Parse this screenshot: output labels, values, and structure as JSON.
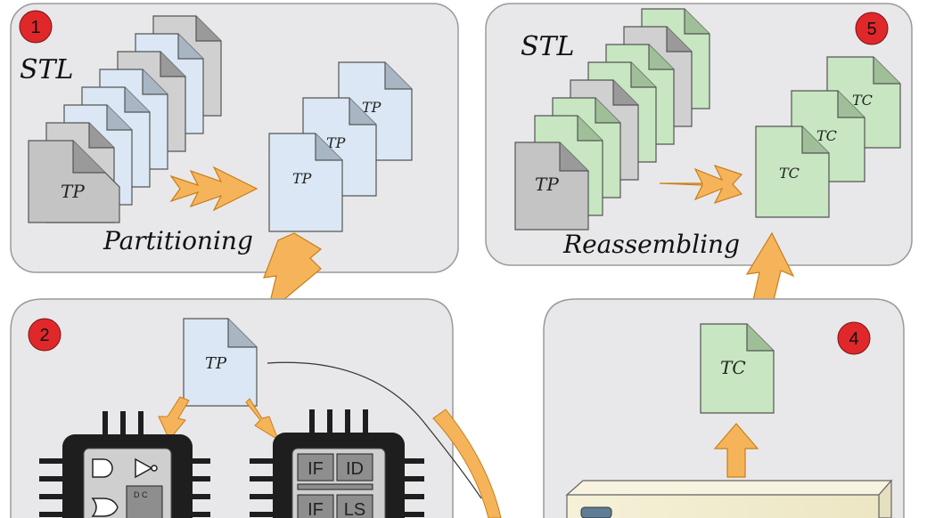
{
  "panels": {
    "p1": {
      "badge": "1",
      "stl": "STL",
      "caption": "Partitioning",
      "doc_main": "TP",
      "doc_a": "TP",
      "doc_b": "TP",
      "doc_c": "TP"
    },
    "p2": {
      "badge": "2",
      "doc": "TP"
    },
    "p4": {
      "badge": "4",
      "doc": "TC"
    },
    "p5": {
      "badge": "5",
      "stl": "STL",
      "caption": "Reassembling",
      "doc_main": "TP",
      "doc_a": "TC",
      "doc_b": "TC",
      "doc_c": "TC"
    }
  },
  "chips": {
    "left": {
      "flop_label": "D C"
    },
    "right": {
      "cells": [
        "IF",
        "ID",
        "IF",
        "LS"
      ]
    }
  },
  "colors": {
    "panel_fill": "#e8e8ea",
    "panel_stroke": "#9a9a9a",
    "badge": "#e0282b",
    "doc_blue": "#dbe7f4",
    "doc_green": "#c7e6c1",
    "doc_gray": "#c8c8c8",
    "arrow_orange": "#f6b45a",
    "chip_dark": "#1e1e1e"
  }
}
